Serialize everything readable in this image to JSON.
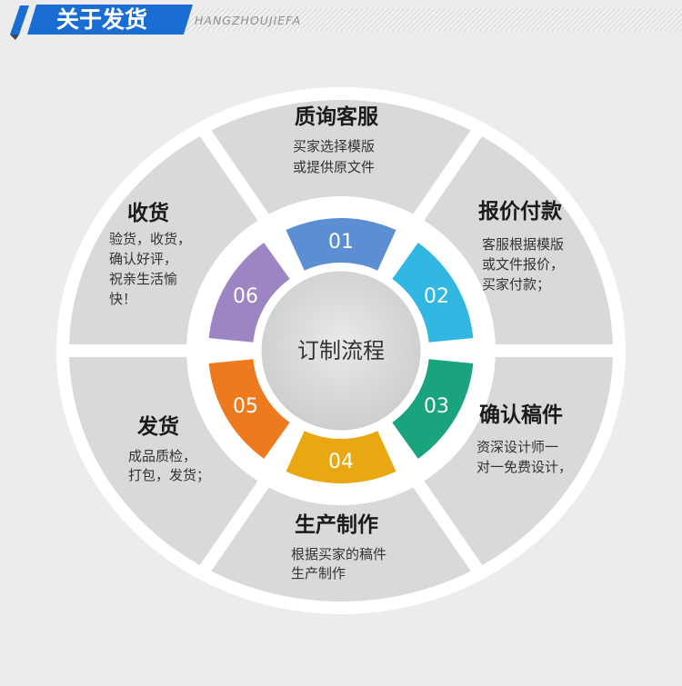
{
  "header": {
    "title": "关于发货",
    "subtitle": "HANGZHOUJIEFA"
  },
  "center_label": "订制流程",
  "steps": [
    {
      "number": "01",
      "title": "质询客服",
      "lines": [
        "买家选择模版",
        "或提供原文件"
      ],
      "color": "#5b8ed2"
    },
    {
      "number": "02",
      "title": "报价付款",
      "lines": [
        "客服根据模版",
        "或文件报价，",
        "买家付款；"
      ],
      "color": "#32b7e3"
    },
    {
      "number": "03",
      "title": "确认稿件",
      "lines": [
        "资深设计师一",
        "对一免费设计，"
      ],
      "color": "#19a47e"
    },
    {
      "number": "04",
      "title": "生产制作",
      "lines": [
        "根据买家的稿件",
        "生产制作"
      ],
      "color": "#e9a712"
    },
    {
      "number": "05",
      "title": "发货",
      "lines": [
        "成品质检，",
        "打包，发货；"
      ],
      "color": "#ee7a1f"
    },
    {
      "number": "06",
      "title": "收货",
      "lines": [
        "验货，收货，",
        "确认好评，",
        "祝亲生活愉",
        "快！"
      ],
      "color": "#9d84c3"
    }
  ],
  "colors": {
    "background": "#ececec",
    "segment_gray": "#d9d9d9",
    "header_blue": "#1a6dd2",
    "outline": "#ffffff"
  }
}
